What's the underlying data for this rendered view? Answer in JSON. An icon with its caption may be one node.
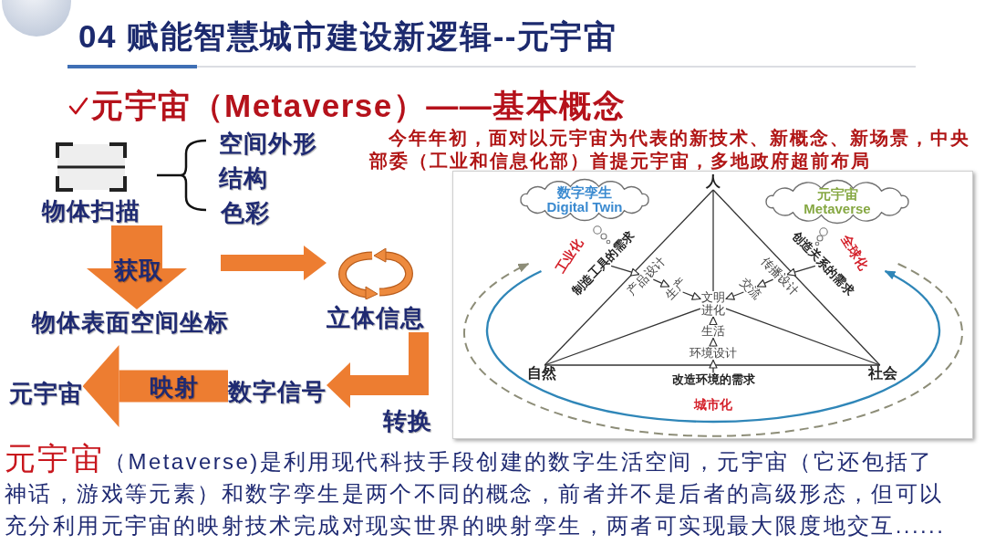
{
  "diagram": {
    "title": "04 赋能智慧城市建设新逻辑--元宇宙",
    "nodes": [
      {
        "text": [
          "物体扫描"
        ],
        "beside": [
          "空间外形",
          "结构",
          "色彩"
        ]
      },
      {
        "text": [
          "物体表面空间坐标"
        ]
      },
      {
        "text": [
          "立体信息"
        ]
      },
      {
        "text": [
          "数字信号"
        ]
      },
      {
        "text": [
          "元宇宙"
        ]
      },
      {
        "text": [
          "数字孪生",
          "Digital Twin"
        ]
      },
      {
        "text": [
          "人"
        ]
      },
      {
        "text": [
          "元宇宙",
          "Metaverse"
        ]
      },
      {
        "text": [
          "制造工具的需求"
        ]
      },
      {
        "text": [
          "产品设计"
        ]
      },
      {
        "text": [
          "生产"
        ]
      },
      {
        "text": [
          "创造关系的需求"
        ]
      },
      {
        "text": [
          "传播设计"
        ]
      },
      {
        "text": [
          "交流"
        ]
      },
      {
        "text": [
          "文明进化"
        ]
      },
      {
        "text": [
          "环境设计"
        ]
      },
      {
        "text": [
          "生活"
        ]
      },
      {
        "text": [
          "自然"
        ]
      },
      {
        "text": [
          "社会"
        ]
      },
      {
        "text": [
          "改造环境的需求"
        ]
      }
    ],
    "edges": [
      {
        "from": 0,
        "to": 1,
        "arrow": "to",
        "label": "获取",
        "style": "thick",
        "color": "#ed7d31"
      },
      {
        "from": null,
        "to": 2,
        "arrow": "to",
        "style": "thick",
        "color": "#ed7d31"
      },
      {
        "from": 2,
        "to": 3,
        "arrow": "to",
        "label": "转换",
        "style": "thick",
        "color": "#ed7d31"
      },
      {
        "from": 3,
        "to": 4,
        "arrow": "to",
        "label": "映射",
        "style": "thick",
        "color": "#ed7d31"
      },
      {
        "from": 6,
        "to": 17,
        "arrow": "none"
      },
      {
        "from": 6,
        "to": 18,
        "arrow": "none"
      },
      {
        "from": 17,
        "to": 18,
        "arrow": "none"
      },
      {
        "from": 6,
        "to": 14,
        "arrow": "none"
      },
      {
        "from": 17,
        "to": 14,
        "arrow": "none"
      },
      {
        "from": 18,
        "to": 14,
        "arrow": "none"
      },
      {
        "from": 8,
        "to": 9,
        "arrow": "to"
      },
      {
        "from": 9,
        "to": 10,
        "arrow": "to"
      },
      {
        "from": 10,
        "to": 14,
        "arrow": "to"
      },
      {
        "from": 11,
        "to": 12,
        "arrow": "to"
      },
      {
        "from": 12,
        "to": 13,
        "arrow": "to"
      },
      {
        "from": 13,
        "to": 14,
        "arrow": "to"
      },
      {
        "from": 19,
        "to": 15,
        "arrow": "to"
      },
      {
        "from": 15,
        "to": 16,
        "arrow": "to"
      },
      {
        "from": 16,
        "to": 14,
        "arrow": "to"
      }
    ],
    "labels": [
      "元宇宙（Metaverse）——基本概念",
      "今年年初，面对以元宇宙为代表的新技术、新概念、新场景，中央部委（工业和信息化部）首提元宇宙，多地政府超前布局",
      "工业化",
      "全球化",
      "城市化",
      "**元宇宙**（Metaverse)是利用现代科技手段创建的数字生活空间，元宇宙（它还包括了神话，游戏等元素）和数字孪生是两个不同的概念，前者并不是后者的高级形态，但可以充分利用元宇宙的映射技术完成对现实世界的映射孪生，两者可实现最大限度地交互......"
    ]
  }
}
